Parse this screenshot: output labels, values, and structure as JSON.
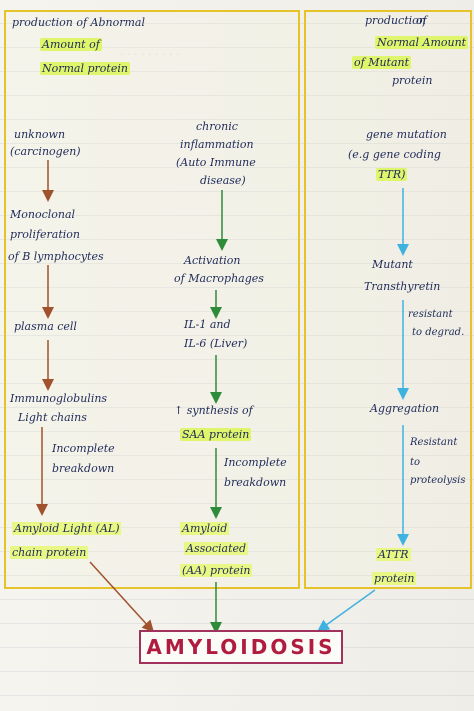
{
  "headings": {
    "left": [
      "production of Abnormal",
      "Amount of",
      "Normal protein"
    ],
    "right": [
      "production",
      "of",
      "Normal Amount",
      "of Mutant",
      "protein"
    ]
  },
  "col1": {
    "cause": [
      "unknown",
      "(carcinogen)"
    ],
    "step1": [
      "Monoclonal",
      "proliferation",
      "of B lymphocytes"
    ],
    "step2": "plasma cell",
    "step3": [
      "Immunoglobulins",
      "Light chains"
    ],
    "step3_note": [
      "Incomplete",
      "breakdown"
    ],
    "result": [
      "Amyloid Light (AL)",
      "chain protein"
    ]
  },
  "col2": {
    "cause": [
      "chronic",
      "inflammation",
      "(Auto Immune",
      "disease)"
    ],
    "step1": [
      "Activation",
      "of Macrophages"
    ],
    "step2": [
      "IL-1 and",
      "IL-6 (Liver)"
    ],
    "step3": [
      "↑ synthesis of",
      "SAA protein"
    ],
    "step3_note": [
      "Incomplete",
      "breakdown"
    ],
    "result": [
      "Amyloid",
      "Associated",
      "(AA) protein"
    ]
  },
  "col3": {
    "cause": [
      "gene mutation",
      "(e.g gene coding",
      "TTR)"
    ],
    "step1": [
      "Mutant",
      "Transthyretin"
    ],
    "step1_note": [
      "resistant",
      "to degrad."
    ],
    "step2": "Aggregation",
    "step2_note": [
      "Resistant",
      "to",
      "proteolysis"
    ],
    "result": [
      "ATTR",
      "protein"
    ]
  },
  "outcome": "AMYLOIDOSIS",
  "colors": {
    "box_border": "#e6c22b",
    "highlight": "#dff56b",
    "ink": "#1f2b5a",
    "arrow_brown": "#a0522d",
    "arrow_green": "#2e8b3a",
    "arrow_blue": "#3fb2e0",
    "outcome_red": "#b01c40",
    "outcome_border": "#a0325d"
  }
}
